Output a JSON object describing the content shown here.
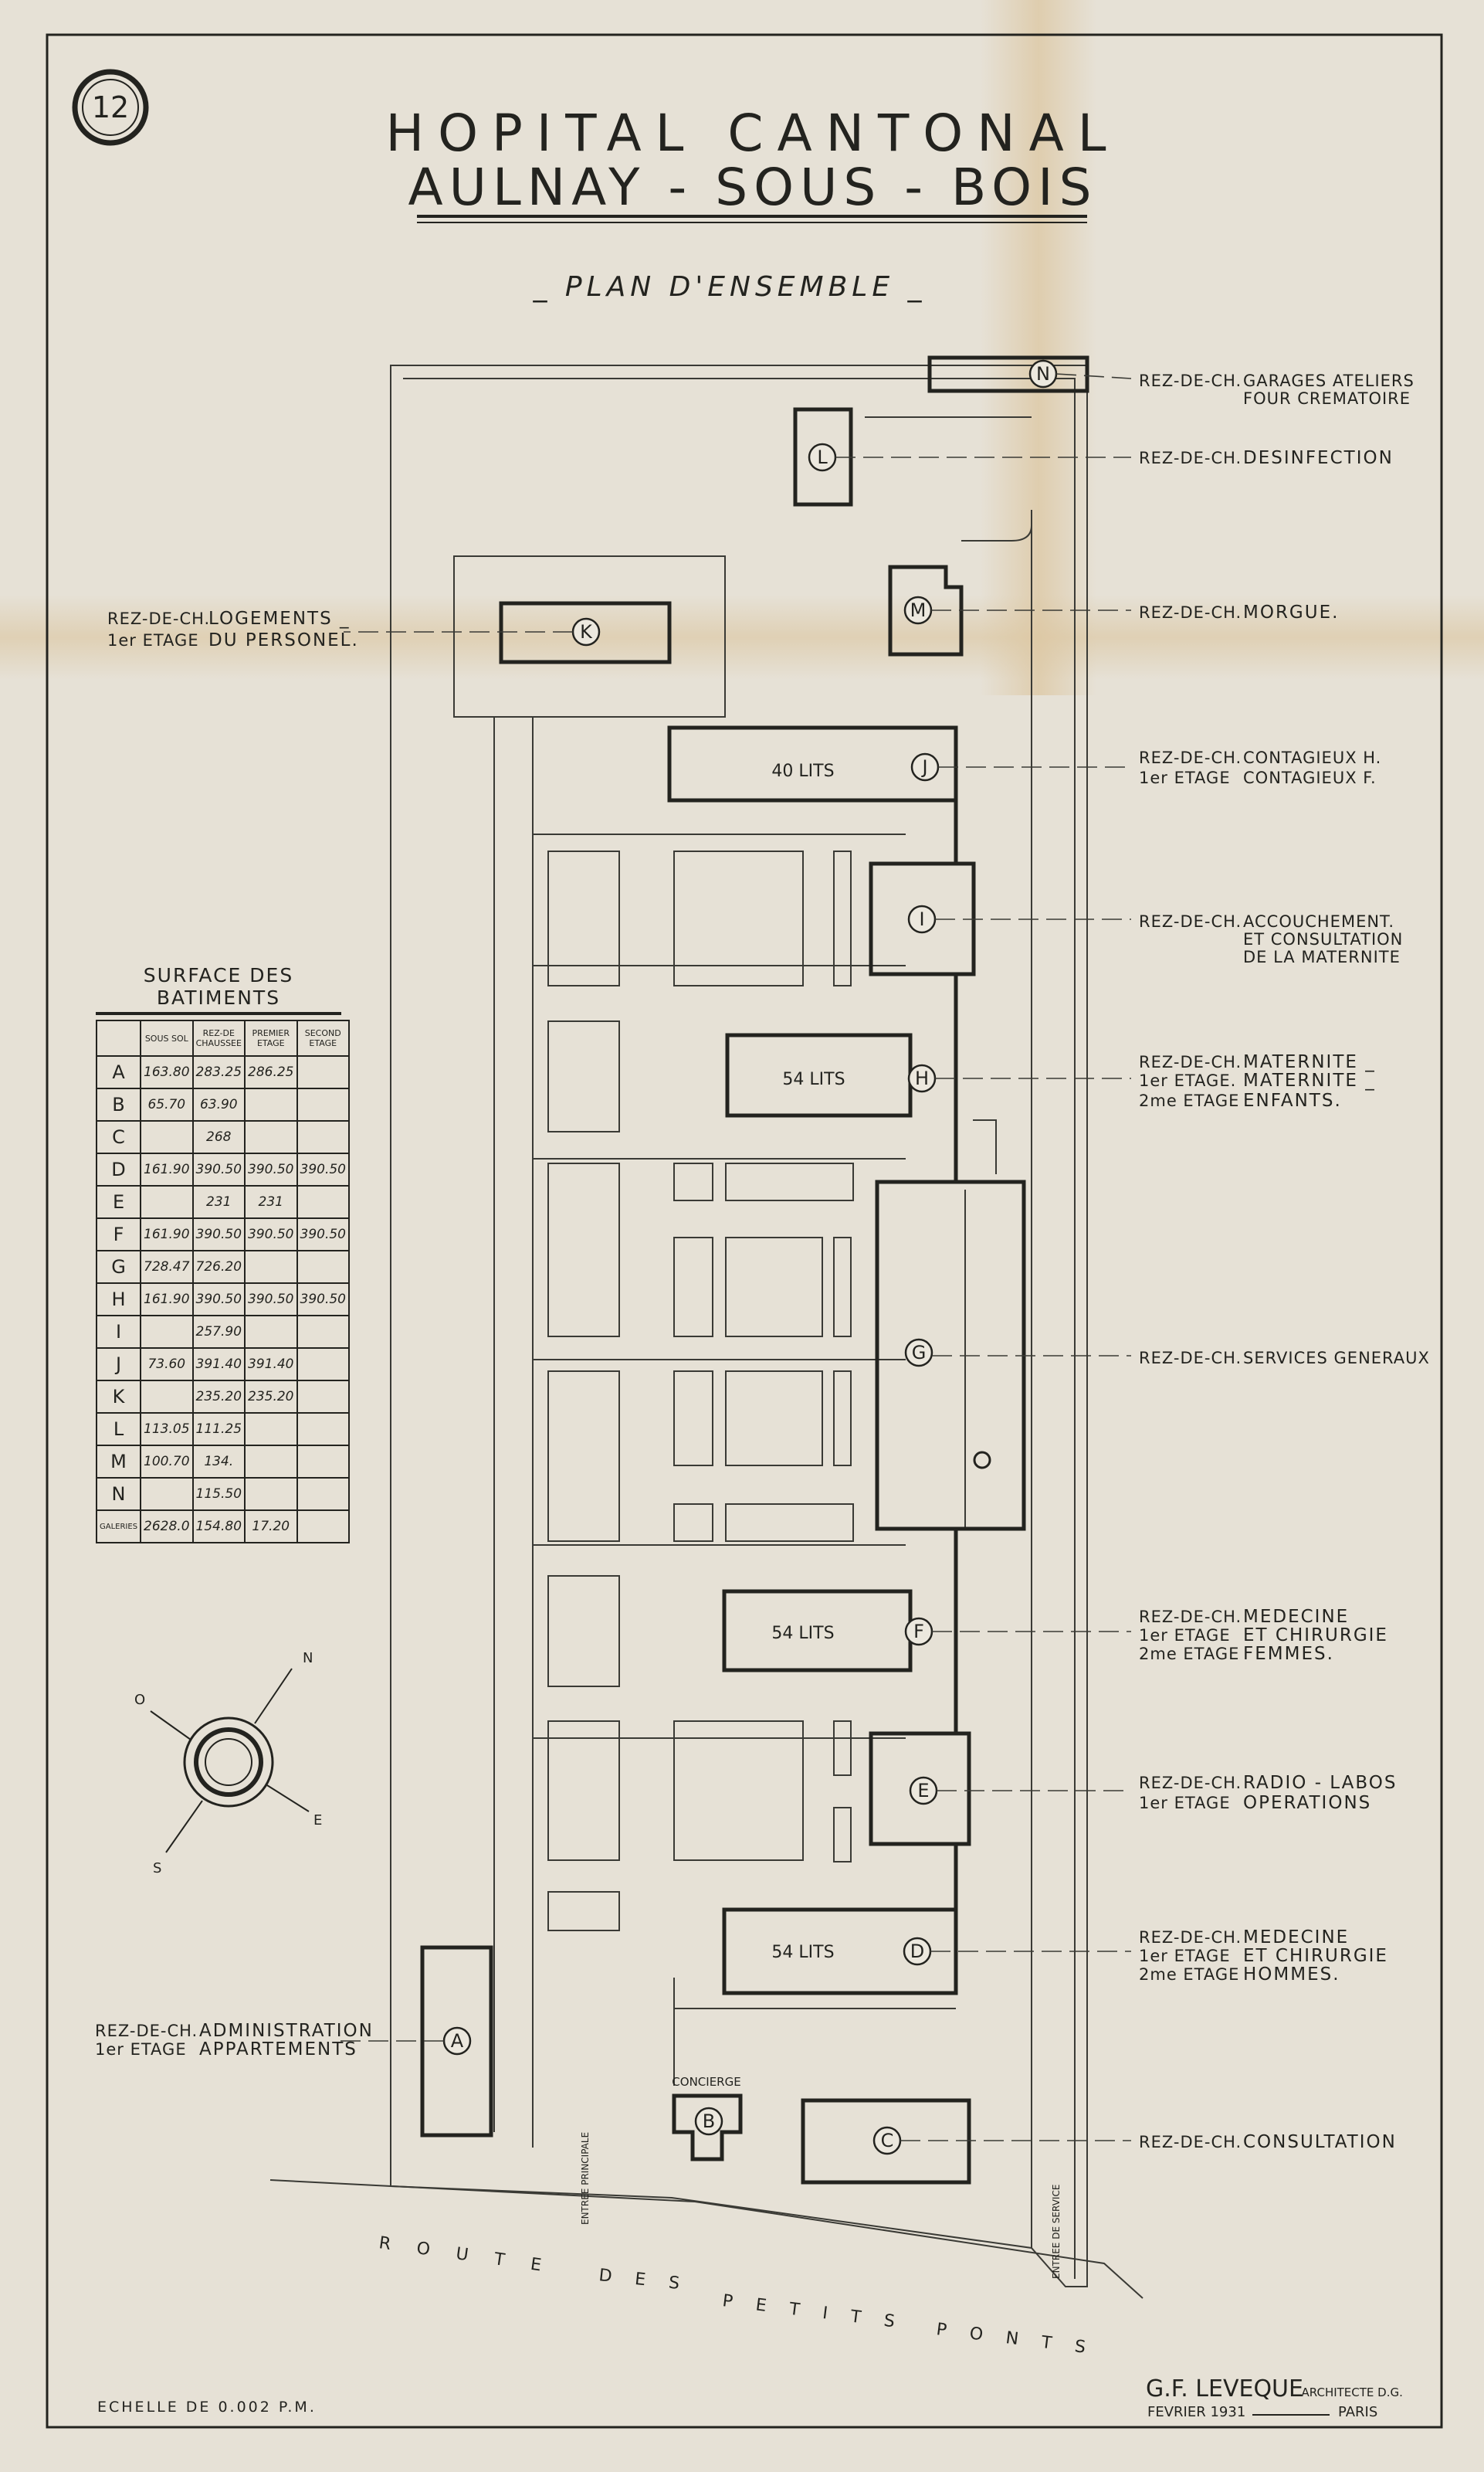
{
  "sheet_number": "12",
  "title": {
    "line1": "HOPITAL CANTONAL",
    "line2": "AULNAY - SOUS - BOIS",
    "subtitle": "_ PLAN D'ENSEMBLE _"
  },
  "buildings": [
    {
      "id": "A",
      "level1": "REZ-DE-CH.",
      "desc1": "ADMINISTRATION",
      "level2": "1er ETAGE",
      "desc2": "APPARTEMENTS"
    },
    {
      "id": "B",
      "caption": "CONCIERGE"
    },
    {
      "id": "C",
      "level1": "REZ-DE-CH.",
      "desc1": "CONSULTATION"
    },
    {
      "id": "D",
      "beds": "54 LITS",
      "level1": "REZ-DE-CH.",
      "desc1": "MEDECINE",
      "level2": "1er ETAGE",
      "desc2": "ET CHIRURGIE",
      "level3": "2me ETAGE",
      "desc3": "HOMMES."
    },
    {
      "id": "E",
      "level1": "REZ-DE-CH.",
      "desc1": "RADIO - LABOS",
      "level2": "1er ETAGE",
      "desc2": "OPERATIONS"
    },
    {
      "id": "F",
      "beds": "54 LITS",
      "level1": "REZ-DE-CH.",
      "desc1": "MEDECINE",
      "level2": "1er ETAGE",
      "desc2": "ET CHIRURGIE",
      "level3": "2me ETAGE",
      "desc3": "FEMMES."
    },
    {
      "id": "G",
      "level1": "REZ-DE-CH.",
      "desc1": "SERVICES GENERAUX"
    },
    {
      "id": "H",
      "beds": "54 LITS",
      "level1": "REZ-DE-CH.",
      "desc1": "MATERNITE _",
      "level2": "1er ETAGE.",
      "desc2": "MATERNITE _",
      "level3": "2me ETAGE",
      "desc3": "ENFANTS."
    },
    {
      "id": "I",
      "level1": "REZ-DE-CH.",
      "desc1": "ACCOUCHEMENT.",
      "desc2": "ET CONSULTATION",
      "desc3": "DE LA MATERNITE"
    },
    {
      "id": "J",
      "beds": "40 LITS",
      "level1": "REZ-DE-CH.",
      "desc1": "CONTAGIEUX H.",
      "level2": "1er ETAGE",
      "desc2": "CONTAGIEUX F."
    },
    {
      "id": "K",
      "level1": "REZ-DE-CH.",
      "desc1": "LOGEMENTS _",
      "level2": "1er ETAGE",
      "desc2": "DU PERSONEL."
    },
    {
      "id": "L",
      "level1": "REZ-DE-CH.",
      "desc1": "DESINFECTION"
    },
    {
      "id": "M",
      "level1": "REZ-DE-CH.",
      "desc1": "MORGUE."
    },
    {
      "id": "N",
      "level1": "REZ-DE-CH.",
      "desc1": "GARAGES ATELIERS",
      "desc2": "FOUR CREMATOIRE"
    }
  ],
  "surface_table": {
    "title": "SURFACE DES BATIMENTS",
    "headers": [
      "",
      "SOUS SOL",
      "REZ-DE CHAUSSEE",
      "PREMIER ETAGE",
      "SECOND ETAGE"
    ],
    "rows": [
      [
        "A",
        "163.80",
        "283.25",
        "286.25",
        ""
      ],
      [
        "B",
        "65.70",
        "63.90",
        "",
        ""
      ],
      [
        "C",
        "",
        "268",
        "",
        ""
      ],
      [
        "D",
        "161.90",
        "390.50",
        "390.50",
        "390.50"
      ],
      [
        "E",
        "",
        "231",
        "231",
        ""
      ],
      [
        "F",
        "161.90",
        "390.50",
        "390.50",
        "390.50"
      ],
      [
        "G",
        "728.47",
        "726.20",
        "",
        ""
      ],
      [
        "H",
        "161.90",
        "390.50",
        "390.50",
        "390.50"
      ],
      [
        "I",
        "",
        "257.90",
        "",
        ""
      ],
      [
        "J",
        "73.60",
        "391.40",
        "391.40",
        ""
      ],
      [
        "K",
        "",
        "235.20",
        "235.20",
        ""
      ],
      [
        "L",
        "113.05",
        "111.25",
        "",
        ""
      ],
      [
        "M",
        "100.70",
        "134.",
        "",
        ""
      ],
      [
        "N",
        "",
        "115.50",
        "",
        ""
      ],
      [
        "GALERIES",
        "2628.0",
        "154.80",
        "17.20",
        ""
      ]
    ]
  },
  "compass": {
    "n": "N",
    "e": "E",
    "s": "S",
    "o": "O"
  },
  "road": {
    "w1": "ROUTE",
    "w2": "DES",
    "w3": "PETITS",
    "w4": "PONTS"
  },
  "entrances": {
    "main": "ENTREE PRINCIPALE",
    "service": "ENTREE DE SERVICE"
  },
  "scale": "ECHELLE DE 0.002 P.M.",
  "signature": {
    "name": "G.F. LEVEQUE",
    "title": ". ARCHITECTE D.G.",
    "date": "FEVRIER 1931",
    "city": "PARIS"
  },
  "colors": {
    "paper": "#e6e1d6",
    "ink": "#23231f",
    "stain": "#d9c39a"
  }
}
